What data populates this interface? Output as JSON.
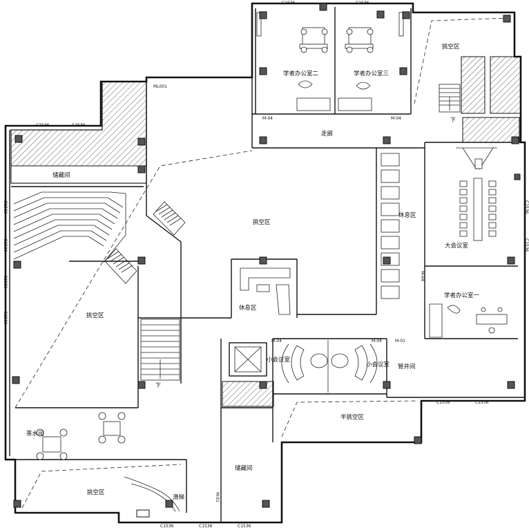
{
  "rooms": {
    "scholar_office_2": "学者办公室二",
    "scholar_office_3": "学者办公室三",
    "scholar_office_1": "学者办公室一",
    "void_top_right": "挑空区",
    "corridor": "走廊",
    "storage_left": "储藏间",
    "void_center": "挑空区",
    "rest_area_right": "休息区",
    "large_meeting": "大会议室",
    "rest_area_center": "休息区",
    "void_left": "挑空区",
    "small_meeting_1": "小会议室",
    "small_meeting_2": "小会议室",
    "pipe_well": "管井间",
    "half_void": "半挑空区",
    "tea_room": "茶水间",
    "void_bottom_left": "挑空区",
    "storage_bottom": "储藏间",
    "slide": "滑梯"
  },
  "marks": {
    "window_c1536": "C1536",
    "door_m04": "M-04",
    "door_m01": "M-01",
    "door_ml001": "ML001",
    "door_m01_vertical": "M-01",
    "stair_down": "下"
  }
}
